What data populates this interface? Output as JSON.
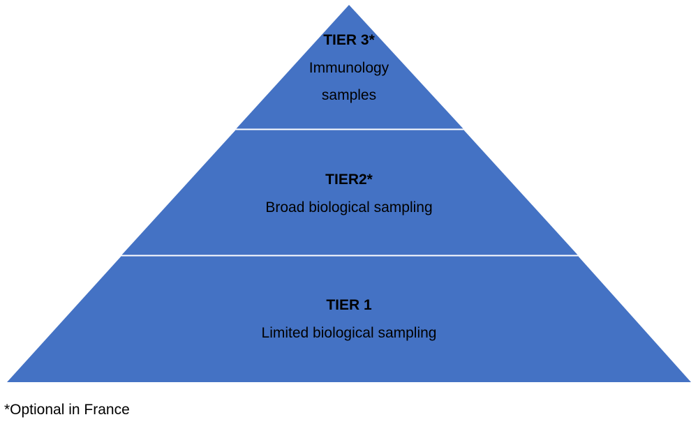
{
  "colors": {
    "tier_fill": "#4472C4",
    "divider": "#FFFFFF",
    "text": "#000000"
  },
  "pyramid": {
    "tier3": {
      "title": "TIER 3*",
      "desc_line1": "Immunology",
      "desc_line2": "samples"
    },
    "tier2": {
      "title": "TIER2*",
      "desc": "Broad biological sampling"
    },
    "tier1": {
      "title": "TIER 1",
      "desc": "Limited biological sampling"
    }
  },
  "footnote": "*Optional in France"
}
